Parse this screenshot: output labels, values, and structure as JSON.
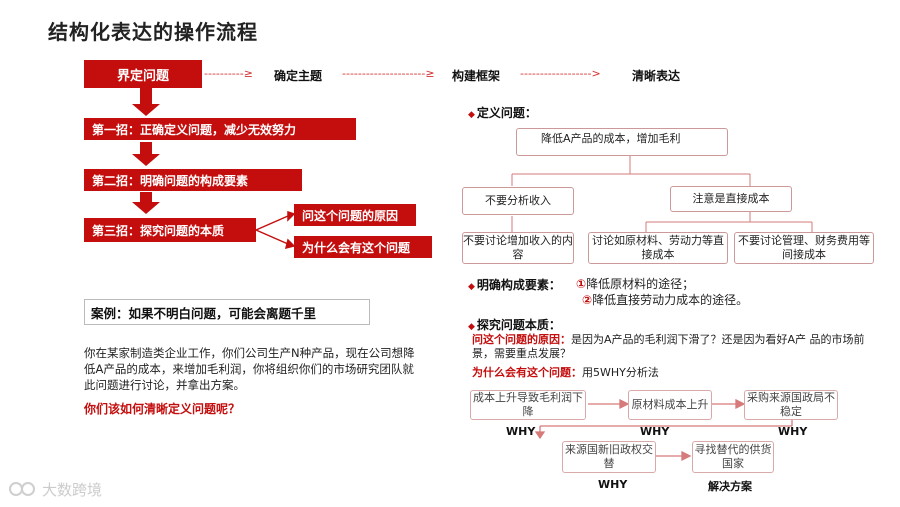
{
  "title": "结构化表达的操作流程",
  "flow": {
    "step1": "界定问题",
    "step2": "确定主题",
    "step3": "构建框架",
    "step4": "清晰表达",
    "dash1": "----------≥",
    "dash2": "---------------------≥",
    "dash3": "------------------>"
  },
  "moves": [
    "第一招：正确定义问题，减少无效努力",
    "第二招：明确问题的构成要素",
    "第三招：探究问题的本质"
  ],
  "sub_moves": [
    "问这个问题的原因",
    "为什么会有这个问题"
  ],
  "case": {
    "title": "案例：如果不明白问题，可能会离题千里",
    "paragraph": "你在某家制造类企业工作，你们公司生产N种产品，现在公司想降低A产品的成本，来增加毛利润，你将组织你们的市场研究团队就此问题进行讨论，并拿出方案。",
    "question": "你们该如何清晰定义问题呢？"
  },
  "define": {
    "heading": "定义问题：",
    "root": "降低A产品的成本，增加毛利",
    "left": "不要分析收入",
    "right": "注意是直接成本",
    "leaf1": "不要讨论增加收入的内容",
    "leaf2": "讨论如原材料、劳动力等直接成本",
    "leaf3": "不要讨论管理、财务费用等间接成本"
  },
  "elements": {
    "heading": "明确构成要素：",
    "item1_num": "①",
    "item1": "降低原材料的途径；",
    "item2_num": "②",
    "item2": "降低直接劳动力成本的途径。"
  },
  "essence": {
    "heading": "探究问题本质：",
    "reason_label": "问这个问题的原因：",
    "reason_text": "是因为A产品的毛利润下滑了？还是因为看好A产 品的市场前景，需要重点发展？",
    "why_label": "为什么会有这个问题：",
    "why_text": "用5WHY分析法",
    "chain": [
      "成本上升导致毛利润下降",
      "原材料成本上升",
      "采购来源国政局不稳定",
      "来源国新旧政权交替",
      "寻找替代的供货国家"
    ],
    "why": "WHY",
    "solution": "解决方案"
  },
  "logo": "大数跨境",
  "colors": {
    "accent": "#c40d0d",
    "box_border": "#d99a9a"
  }
}
